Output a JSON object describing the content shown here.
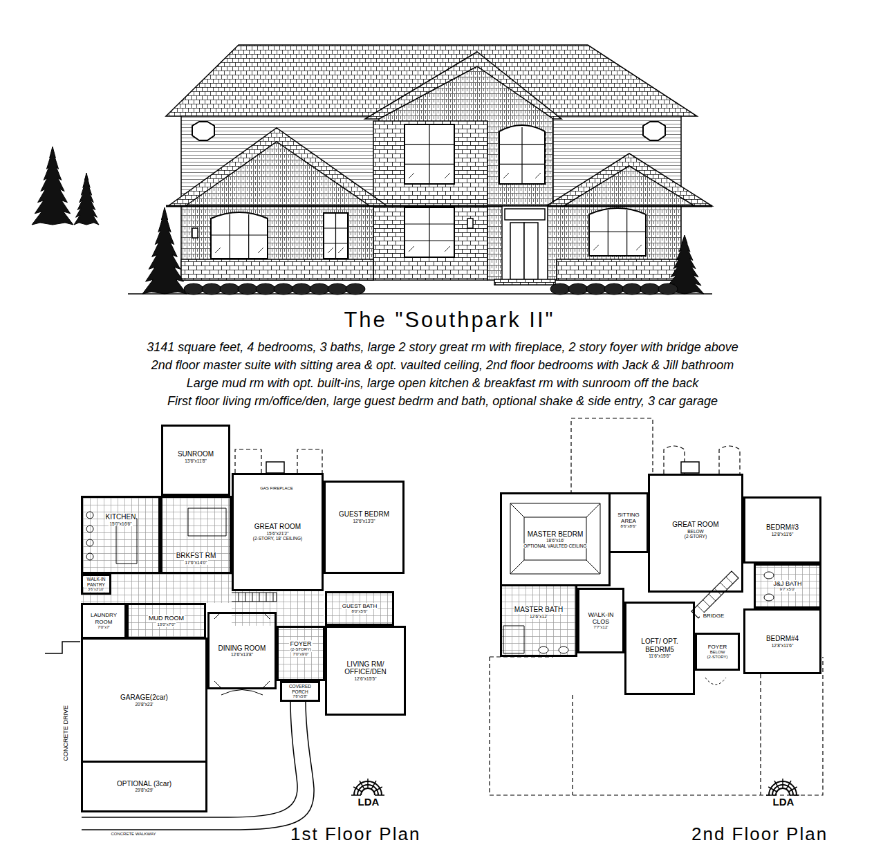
{
  "diagram": {
    "title": "The \"Southpark II\"",
    "nodes": [
      {
        "text": [
          "SUNROOM",
          "13'6\"x11'8\""
        ]
      },
      {
        "text": [
          "KITCHEN",
          "15'0\"x16'6\""
        ]
      },
      {
        "text": [
          "BRKFST RM",
          "17'6\"x14'0\""
        ]
      },
      {
        "text": [
          "GREAT ROOM",
          "15'6\"x21'2\"",
          "(2-STORY, 18' CEILING)"
        ]
      },
      {
        "text": [
          "GUEST BEDRM",
          "12'6\"x13'3\""
        ]
      },
      {
        "text": [
          "WALK-IN PANTRY",
          "3'6\"x3'10\""
        ]
      },
      {
        "text": [
          "LAUNDRY ROOM",
          "7'0\"x7'"
        ]
      },
      {
        "text": [
          "MUD ROOM",
          "13'0\"x7'0\""
        ]
      },
      {
        "text": [
          "DINING ROOM",
          "12'6\"x13'8\""
        ]
      },
      {
        "text": [
          "GUEST BATH",
          "8'0\"x5'6\""
        ]
      },
      {
        "text": [
          "FOYER",
          "(2-STORY)",
          "7'0\"x9'0\""
        ]
      },
      {
        "text": [
          "LIVING RM/ OFFICE/DEN",
          "12'6\"x15'5\""
        ]
      },
      {
        "text": [
          "COVERED PORCH",
          "7'8\"x5'8\""
        ]
      },
      {
        "text": [
          "GARAGE(2car)",
          "20'8\"x23'"
        ]
      },
      {
        "text": [
          "OPTIONAL (3car)",
          "29'8\"x29'"
        ]
      },
      {
        "text": [
          "MASTER BEDRM",
          "18'6\"x16'",
          "OPTIONAL VAULTED CEILING"
        ]
      },
      {
        "text": [
          "SITTING AREA",
          "8'6\"x8'6\""
        ]
      },
      {
        "text": [
          "GREAT ROOM",
          "BELOW",
          "(2-STORY)"
        ]
      },
      {
        "text": [
          "BEDRM#3",
          "12'8\"x11'6\""
        ]
      },
      {
        "text": [
          "J&J BATH",
          "9'7\"x5'0\""
        ]
      },
      {
        "text": [
          "MASTER BATH",
          "12'6\"x12'"
        ]
      },
      {
        "text": [
          "WALK-IN CLOS",
          "7'7\"x12'"
        ]
      },
      {
        "text": [
          "LOFT/ OPT. BEDRM5",
          "11'6\"x15'6\""
        ]
      },
      {
        "text": [
          "FOYER",
          "BELOW",
          "(2-STORY)"
        ]
      },
      {
        "text": [
          "BEDRM#4",
          "12'8\"x11'6\""
        ]
      }
    ],
    "labels": [
      "3141 square feet, 4 bedrooms, 3 baths, large 2 story great rm with fireplace, 2 story foyer with bridge above",
      "2nd floor master suite with sitting area & opt. vaulted ceiling, 2nd floor bedrooms with Jack & Jill bathroom",
      "Large mud rm with opt. built-ins, large open kitchen & breakfast rm with sunroom off the back",
      "First floor living rm/office/den, large guest bedrm and bath, optional shake & side entry, 3 car garage",
      "GAS FIREPLACE",
      "CONCRETE DRIVE",
      "CONCRETE WALKWAY",
      "1st Floor Plan",
      "2nd Floor Plan",
      "LDA",
      "LDA",
      "BRIDGE"
    ]
  }
}
